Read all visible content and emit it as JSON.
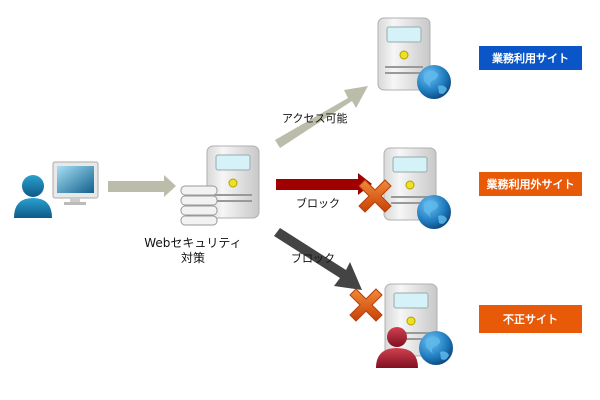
{
  "diagram": {
    "source": {
      "name": "user-with-pc"
    },
    "gateway": {
      "caption_line1": "Webセキュリティ",
      "caption_line2": "対策"
    },
    "flows": [
      {
        "label": "アクセス可能",
        "color": "#bcbcaa",
        "blocked": false
      },
      {
        "label": "ブロック",
        "color": "#a00000",
        "blocked": true
      },
      {
        "label": "ブロック",
        "color": "#444444",
        "blocked": true
      }
    ],
    "targets": [
      {
        "label": "業務利用サイト",
        "color": "#0a56c8",
        "malicious": false
      },
      {
        "label": "業務利用外サイト",
        "color": "#e85a08",
        "malicious": false
      },
      {
        "label": "不正サイト",
        "color": "#e85a08",
        "malicious": true
      }
    ],
    "colors": {
      "user": "#1a7aa8",
      "bad_user": "#a82030",
      "block_x": "#e0601a",
      "globe": "#1f7cc0"
    }
  }
}
